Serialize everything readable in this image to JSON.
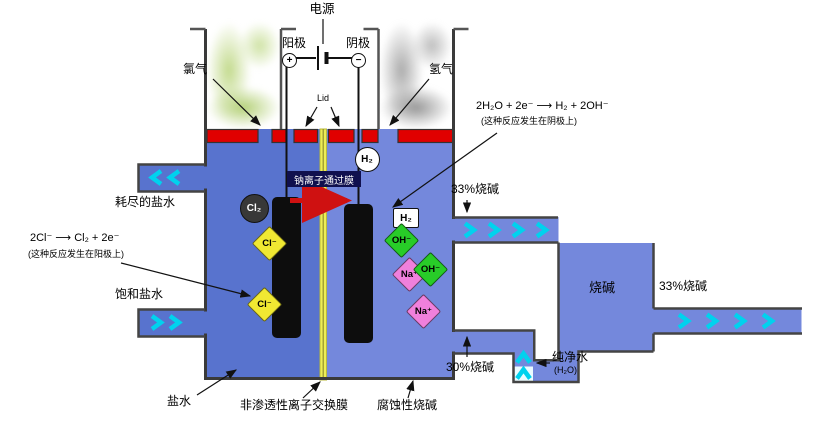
{
  "labels": {
    "power": "电源",
    "anode": "阳极",
    "cathode": "阴极",
    "chlorine_gas": "氯气",
    "hydrogen_gas": "氢气",
    "lid": "Lid",
    "cathode_reaction": "2H₂O + 2e⁻ ⟶ H₂ + 2OH⁻",
    "cathode_reaction_note": "(这种反应发生在阴极上)",
    "anode_reaction": "2Cl⁻ ⟶ Cl₂ + 2e⁻",
    "anode_reaction_note": "(这种反应发生在阳极上)",
    "sodium_through_membrane": "钠离子通过膜",
    "depleted_brine": "耗尽的盐水",
    "saturated_brine": "饱和盐水",
    "caustic_33_mid": "33%烧碱",
    "caustic_33_right": "33%烧碱",
    "caustic_30": "30%烧碱",
    "caustic_tank": "烧碱",
    "pure_water": "纯净水",
    "pure_water_formula": "(H₂O)",
    "brine": "盐水",
    "ion_exchange_membrane": "非渗透性离子交换膜",
    "corrosive_caustic": "腐蚀性烧碱"
  },
  "species": {
    "cl2": "Cl₂",
    "cl_minus": "Cl⁻",
    "h2": "H₂",
    "oh_minus": "OH⁻",
    "na_plus": "Na⁺",
    "anode_sign": "+",
    "cathode_sign": "−"
  },
  "colors": {
    "anolyte_blue": "#5873ce",
    "catholyte_blue": "#7488dc",
    "lid_red": "#e00000",
    "membrane_yellow": "#eded55",
    "flow_cyan": "#00d2ee",
    "chloride_yellow": "#f0e832",
    "hydroxide_green": "#28cc28",
    "sodium_pink": "#f080dc",
    "chlorine_smoke": "#b9d37d",
    "hydrogen_smoke": "#9a9a9a"
  }
}
